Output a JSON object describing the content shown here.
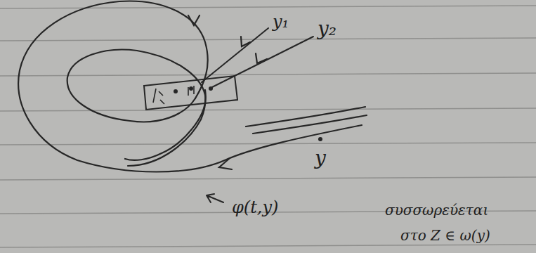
{
  "diagram": {
    "labels": [
      "y₁",
      "y₂",
      "y",
      "φ(t,y)",
      "συσσωρεύεται",
      "στο Z ∈ ω(y)"
    ]
  }
}
